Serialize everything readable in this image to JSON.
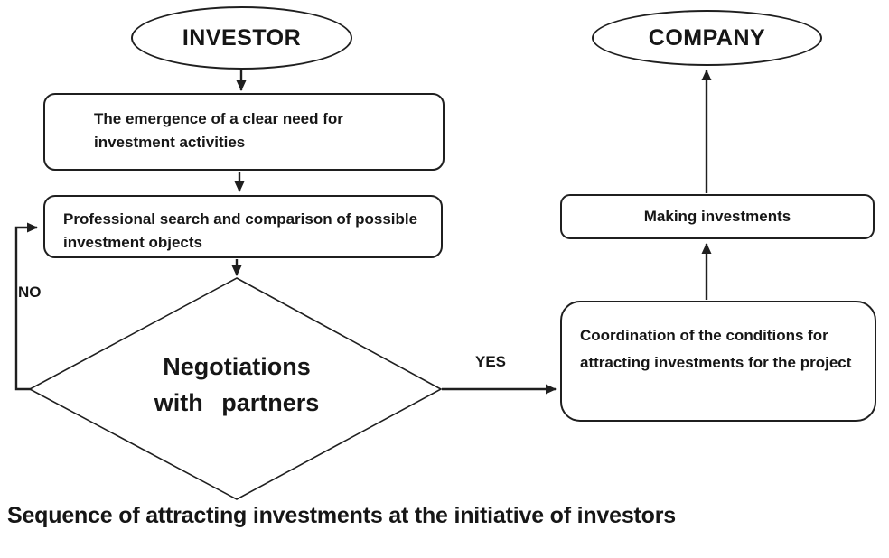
{
  "diagram": {
    "title": "Sequence of attracting investments at the initiative of investors",
    "nodes": {
      "investor": {
        "label": "INVESTOR"
      },
      "company": {
        "label": "COMPANY"
      },
      "need": {
        "label": "The emergence of a clear need for investment activities"
      },
      "search": {
        "label": "Professional search and comparison of possible investment objects"
      },
      "negotiations": {
        "line1": "Negotiations",
        "line2": "with partners"
      },
      "coordination": {
        "label": "Coordination of the conditions for attracting investments for the project"
      },
      "making": {
        "label": "Making investments"
      }
    },
    "edges": {
      "yes_label": "YES",
      "no_label": "NO"
    },
    "colors": {
      "background": "#ffffff",
      "line": "#1f1f1f",
      "text": "#161616"
    }
  }
}
